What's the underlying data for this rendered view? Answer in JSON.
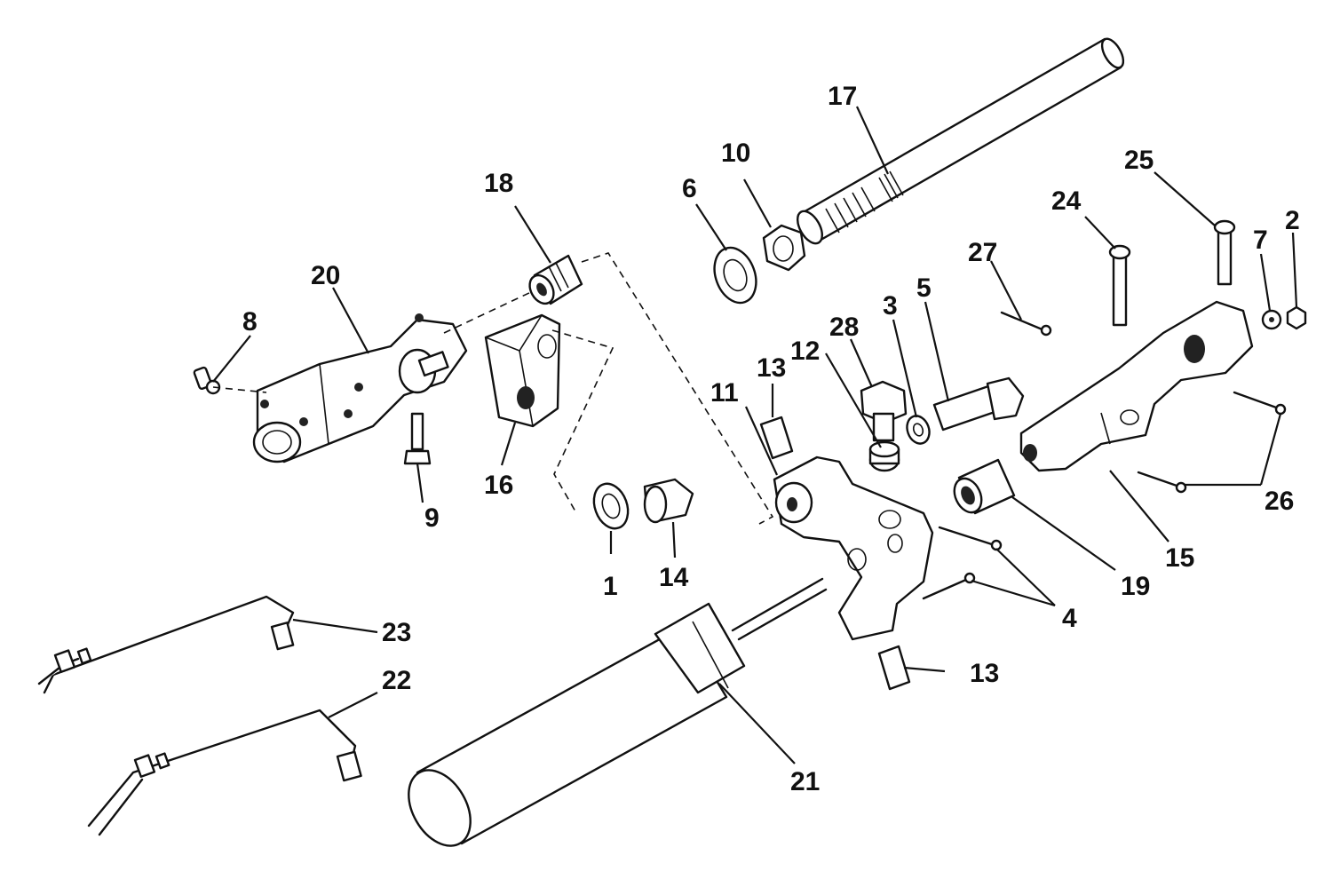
{
  "diagram": {
    "callouts": [
      {
        "id": "c1",
        "label": "1"
      },
      {
        "id": "c2",
        "label": "2"
      },
      {
        "id": "c3",
        "label": "3"
      },
      {
        "id": "c4",
        "label": "4"
      },
      {
        "id": "c5",
        "label": "5"
      },
      {
        "id": "c6",
        "label": "6"
      },
      {
        "id": "c7",
        "label": "7"
      },
      {
        "id": "c8",
        "label": "8"
      },
      {
        "id": "c9",
        "label": "9"
      },
      {
        "id": "c10",
        "label": "10"
      },
      {
        "id": "c11",
        "label": "11"
      },
      {
        "id": "c12",
        "label": "12"
      },
      {
        "id": "c13a",
        "label": "13"
      },
      {
        "id": "c13b",
        "label": "13"
      },
      {
        "id": "c14",
        "label": "14"
      },
      {
        "id": "c15",
        "label": "15"
      },
      {
        "id": "c16",
        "label": "16"
      },
      {
        "id": "c17",
        "label": "17"
      },
      {
        "id": "c18",
        "label": "18"
      },
      {
        "id": "c19",
        "label": "19"
      },
      {
        "id": "c20",
        "label": "20"
      },
      {
        "id": "c21",
        "label": "21"
      },
      {
        "id": "c22",
        "label": "22"
      },
      {
        "id": "c23",
        "label": "23"
      },
      {
        "id": "c24",
        "label": "24"
      },
      {
        "id": "c25",
        "label": "25"
      },
      {
        "id": "c26",
        "label": "26"
      },
      {
        "id": "c27",
        "label": "27"
      },
      {
        "id": "c28",
        "label": "28"
      }
    ]
  }
}
